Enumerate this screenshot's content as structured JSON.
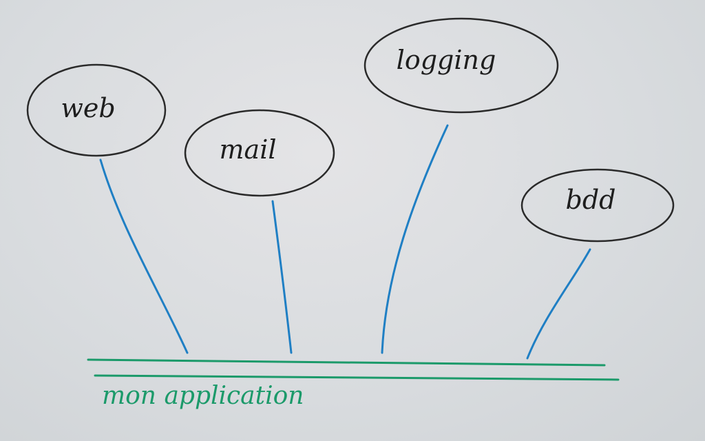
{
  "modules": [
    {
      "id": "web",
      "label": "web"
    },
    {
      "id": "mail",
      "label": "mail"
    },
    {
      "id": "logging",
      "label": "logging"
    },
    {
      "id": "bdd",
      "label": "bdd"
    }
  ],
  "base": {
    "label": "mon application"
  },
  "colors": {
    "ellipse_stroke": "#2a2a2a",
    "connector": "#1f7fc4",
    "base_line": "#1b9a6a",
    "text": "#1e1e1e"
  }
}
